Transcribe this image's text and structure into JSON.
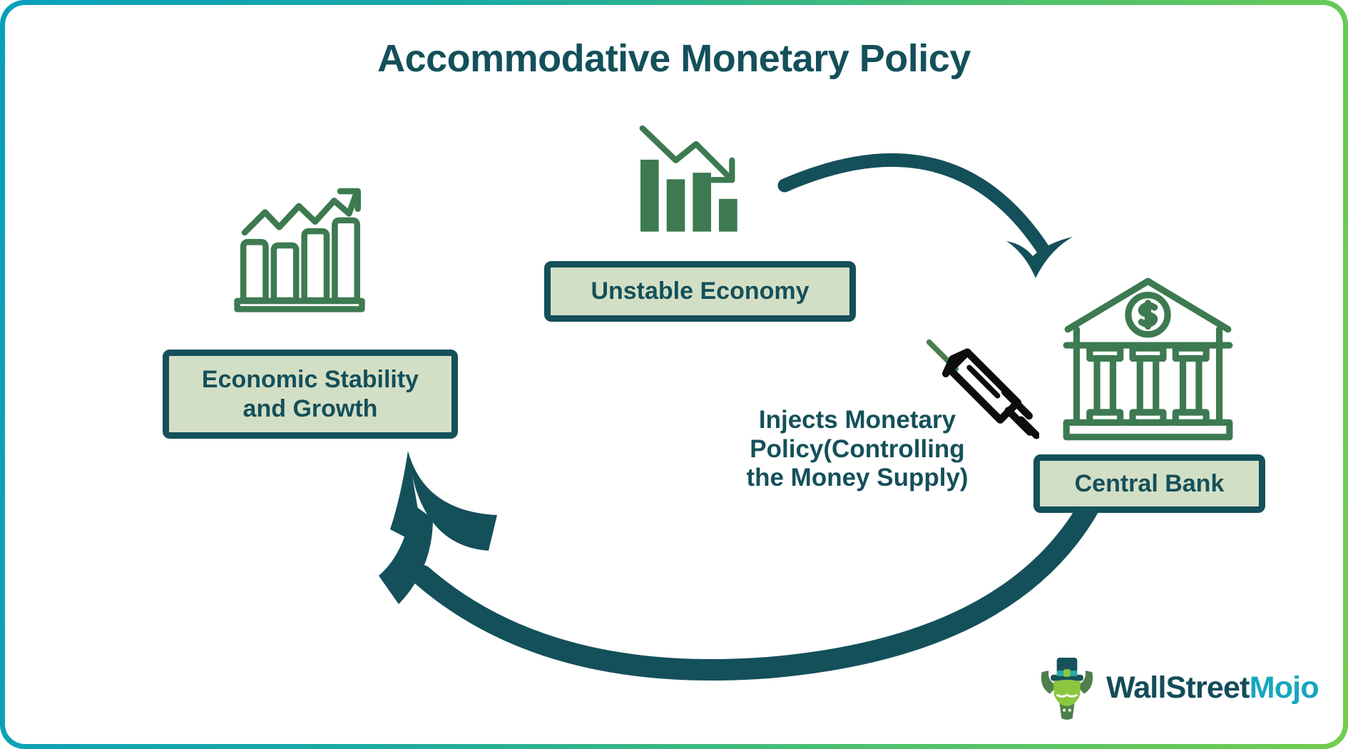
{
  "title": "Accommodative Monetary Policy",
  "colors": {
    "dark_teal": "#14505a",
    "box_fill": "#d3dfc5",
    "icon_green": "#3d7a51",
    "frame_gradient_start": "#07a0bd",
    "frame_gradient_end": "#72cd4e",
    "logo_dark": "#134c59",
    "logo_cyan": "#16a6bf"
  },
  "nodes": [
    {
      "id": "unstable-economy",
      "label": "Unstable Economy",
      "icon": "declining-bar-chart-icon"
    },
    {
      "id": "economic-stability",
      "label_line1": "Economic Stability",
      "label_line2": "and Growth",
      "icon": "growth-bar-chart-icon"
    },
    {
      "id": "central-bank",
      "label": "Central Bank",
      "icon": "bank-building-icon"
    }
  ],
  "caption": {
    "line1": "Injects Monetary",
    "line2": "Policy(Controlling",
    "line3": "the Money Supply)",
    "icon": "syringe-icon"
  },
  "arrows": [
    {
      "id": "arrow-economy-to-bank",
      "from": "unstable-economy",
      "to": "central-bank",
      "direction": "clockwise-top"
    },
    {
      "id": "arrow-bank-to-stability",
      "from": "central-bank",
      "to": "economic-stability",
      "direction": "clockwise-bottom"
    }
  ],
  "logo": {
    "text_primary": "WallStreet",
    "text_secondary": "Mojo",
    "mark": "bull-with-top-hat-icon"
  }
}
